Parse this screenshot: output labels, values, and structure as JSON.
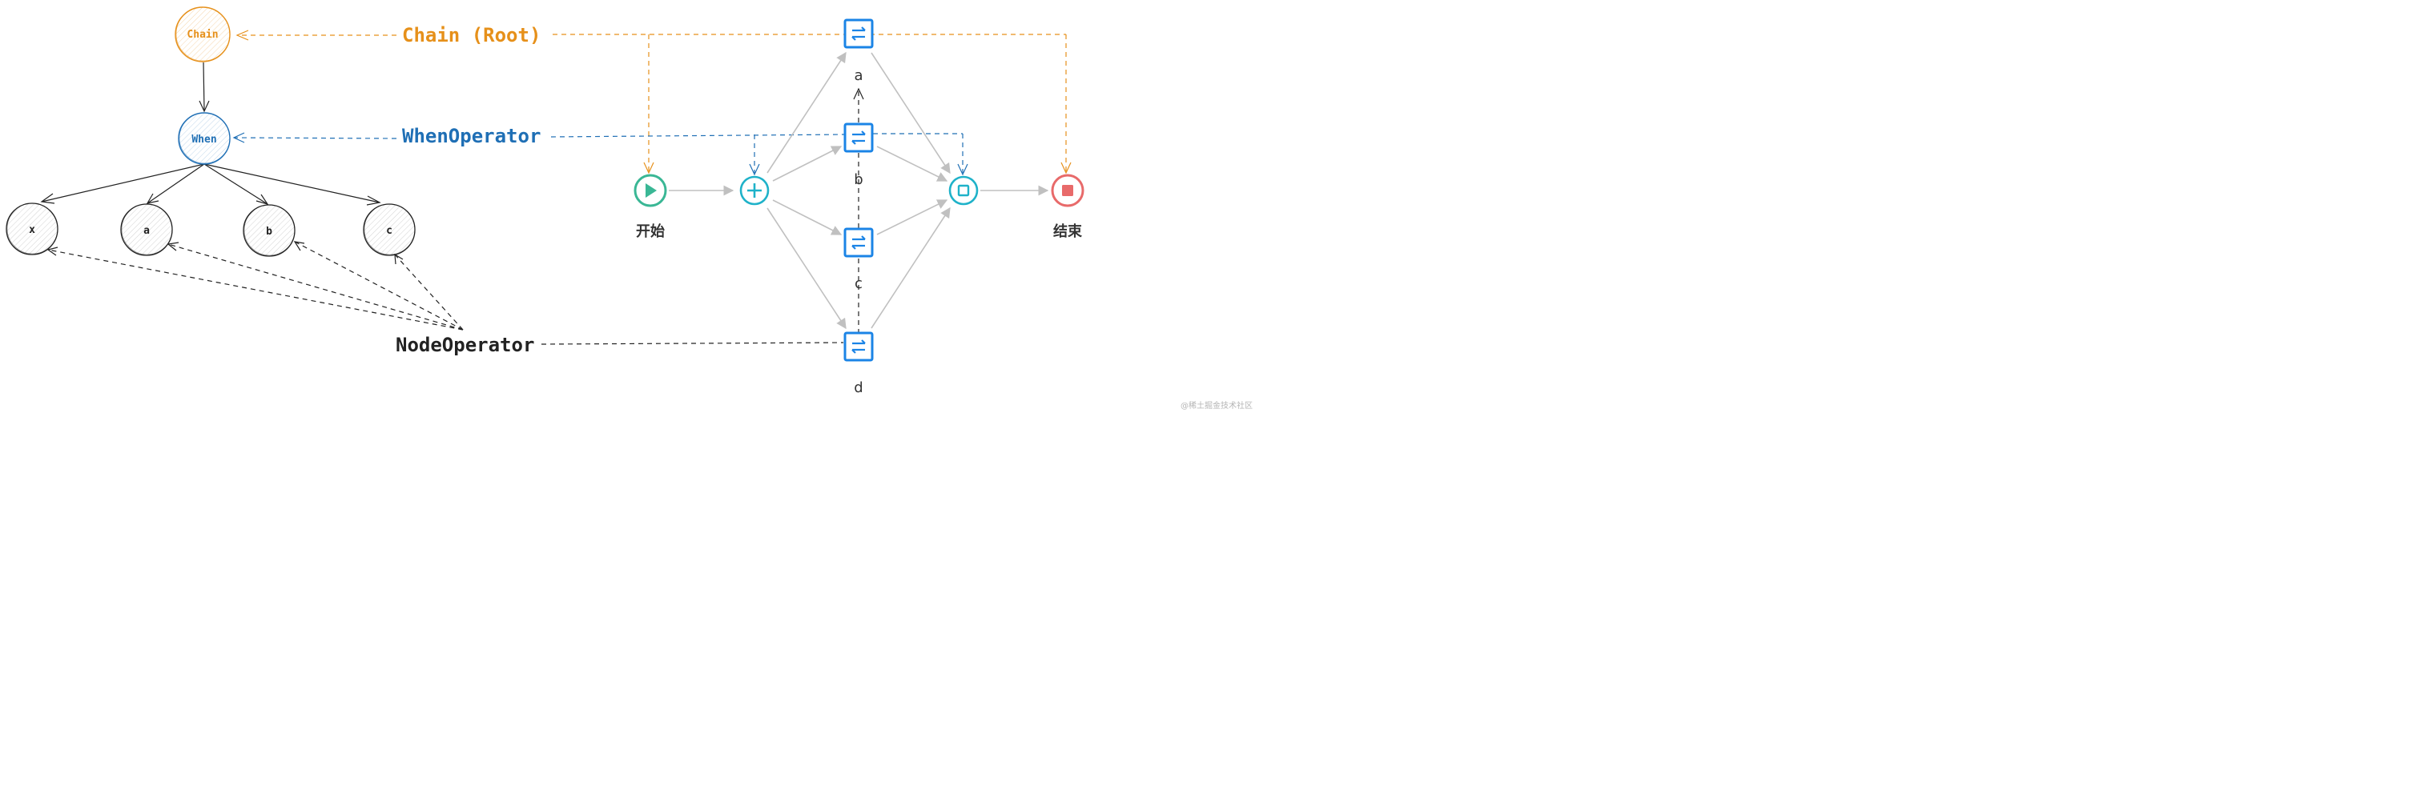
{
  "tree": {
    "root": {
      "label": "Chain"
    },
    "when": {
      "label": "When"
    },
    "children": [
      {
        "label": "x"
      },
      {
        "label": "a"
      },
      {
        "label": "b"
      },
      {
        "label": "c"
      }
    ]
  },
  "callouts": {
    "chain_root": "Chain (Root)",
    "when_operator": "WhenOperator",
    "node_operator": "NodeOperator"
  },
  "flow": {
    "start": {
      "label": "开始"
    },
    "end": {
      "label": "结束"
    },
    "nodes": [
      {
        "id": "a",
        "label": "a"
      },
      {
        "id": "b",
        "label": "b"
      },
      {
        "id": "c",
        "label": "c"
      },
      {
        "id": "d",
        "label": "d"
      }
    ]
  },
  "watermark": "@稀土掘金技术社区",
  "colors": {
    "chain": "#e6901a",
    "when": "#1f6fb5",
    "ink": "#222222",
    "flow_arrow": "#c0c0c0",
    "start": "#3ab795",
    "gateway": "#1fb2c9",
    "task": "#1b84e6",
    "end": "#e86a6a"
  }
}
